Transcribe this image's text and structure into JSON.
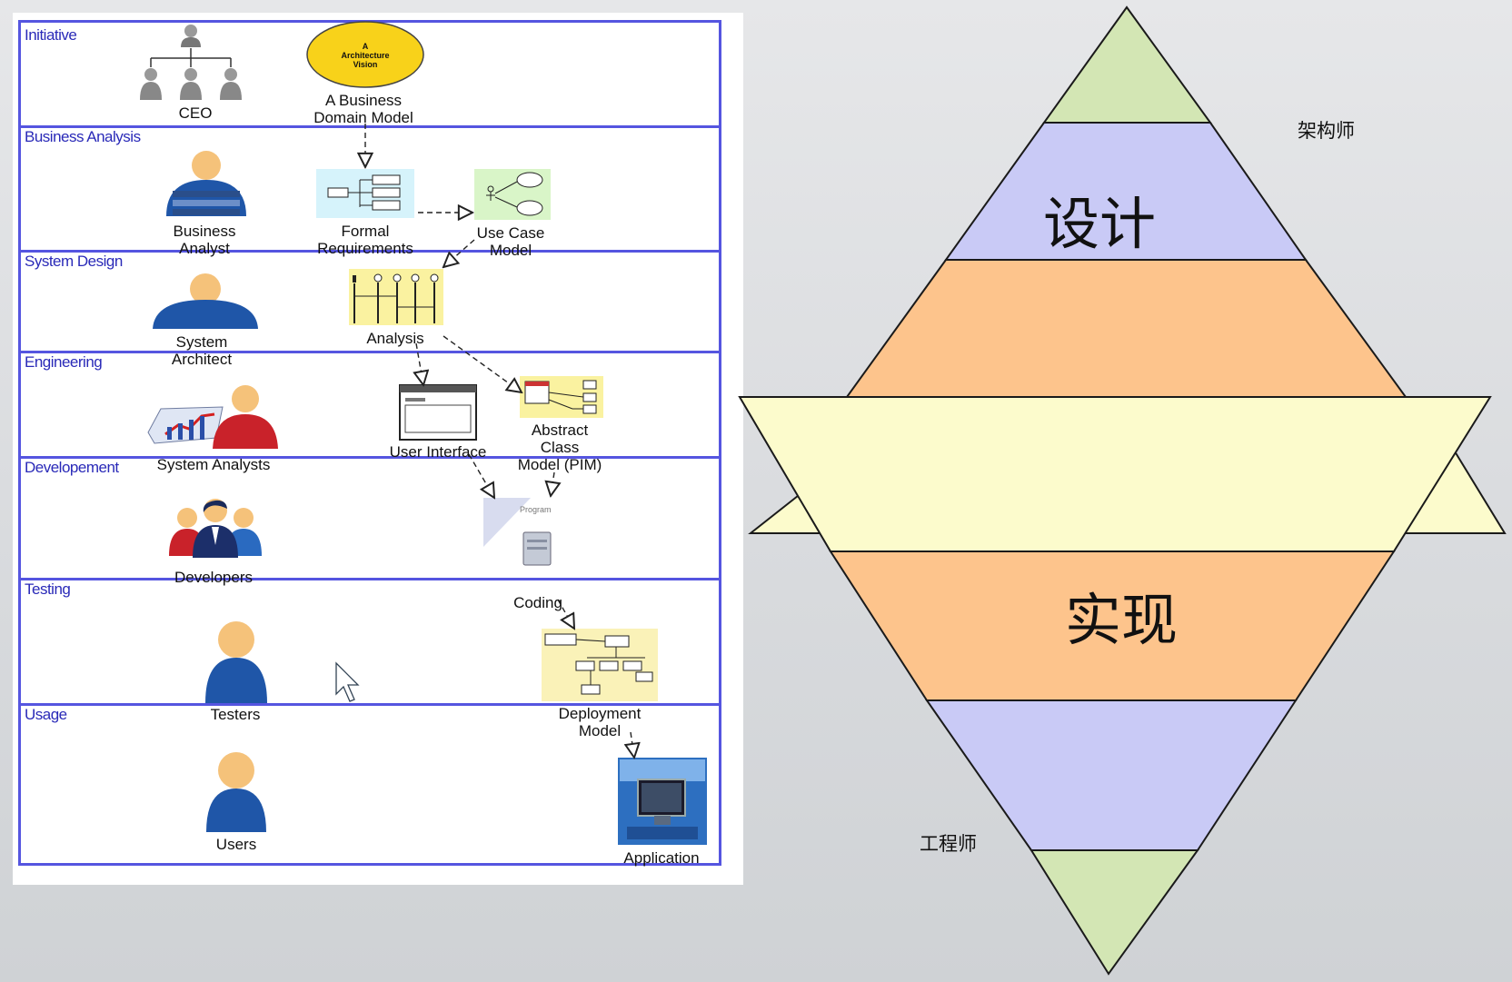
{
  "lanes": [
    {
      "title": "Initiative"
    },
    {
      "title": "Business Analysis"
    },
    {
      "title": "System Design"
    },
    {
      "title": "Engineering"
    },
    {
      "title": "Developement"
    },
    {
      "title": "Testing"
    },
    {
      "title": "Usage"
    }
  ],
  "roles": {
    "ceo": "CEO",
    "business_analyst": "Business\nAnalyst",
    "system_architect": "System\nArchitect",
    "system_analysts": "System Analysts",
    "developers": "Developers",
    "testers": "Testers",
    "users": "Users"
  },
  "artifacts": {
    "architecture_vision": "A\nArchitecture\nVision",
    "business_domain_model": "A Business\nDomain Model",
    "formal_requirements": "Formal\nRequirements",
    "use_case_model": "Use Case\nModel",
    "analysis": "Analysis",
    "user_interface": "User Interface",
    "abstract_class_model": "Abstract\nClass\nModel (PIM)",
    "program": "Program",
    "coding": "Coding",
    "deployment_model": "Deployment\nModel",
    "application": "Application"
  },
  "pyramid": {
    "design_label": "设计",
    "implement_label": "实现",
    "architect_label": "架构师",
    "engineer_label": "工程师",
    "colors": {
      "green": "#d3e6b4",
      "lavender": "#c9caf6",
      "orange": "#fdc48c",
      "yellow": "#fcfbcc",
      "outline": "#1a1a1a"
    }
  },
  "colors": {
    "lane_border": "#5555e0",
    "lane_title": "#2a2ab8",
    "person_head": "#f5c27a",
    "person_body": "#1f56a8",
    "vision_fill": "#f8d21a"
  }
}
